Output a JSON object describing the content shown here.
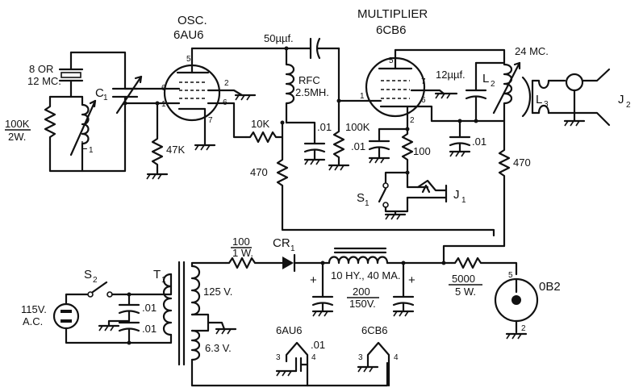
{
  "labels": {
    "osc_title": "OSC.",
    "osc_tube": "6AU6",
    "mult_title": "MULTIPLIER",
    "mult_tube": "6CB6",
    "crystal_a": "8 OR",
    "crystal_b": "12 MC.",
    "c1": "C",
    "c1_sub": "1",
    "r100k_2w_a": "100K",
    "r100k_2w_b": "2W.",
    "l1": "L",
    "l1_sub": "1",
    "r47k": "47K",
    "cap50": "50µµf.",
    "rfc_a": "RFC",
    "rfc_b": "2.5MH.",
    "r10k": "10K",
    "cap01_a": ".01",
    "r470_left": "470",
    "r100k_grid": "100K",
    "cap01_b": ".01",
    "r100_cath": "100",
    "cap12": "12µµf.",
    "l2": "L",
    "l2_sub": "2",
    "mc24": "24 MC.",
    "l3": "L",
    "l3_sub": "3",
    "j2": "J",
    "j2_sub": "2",
    "cap01_c": ".01",
    "r470_right": "470",
    "s1": "S",
    "s1_sub": "1",
    "j1": "J",
    "j1_sub": "1",
    "r100_1w_a": "100",
    "r100_1w_b": "1 W.",
    "cr1": "CR",
    "cr1_sub": "1",
    "choke": "10 HY., 40 MA.",
    "filter_a": "200",
    "filter_b": "150V.",
    "r5000_a": "5000",
    "r5000_b": "5 W.",
    "ob2": "0B2",
    "t1": "T",
    "t1_sub": "1",
    "v125": "125 V.",
    "v63": "6.3 V.",
    "s2": "S",
    "s2_sub": "2",
    "ac_a": "115V.",
    "ac_b": "A.C.",
    "cap01_d": ".01",
    "cap01_e": ".01",
    "heater_6au6": "6AU6",
    "heater_6cb6": "6CB6",
    "cap01_f": ".01",
    "plus": "+",
    "pins": {
      "p5": "5",
      "p2": "2",
      "p6": "6",
      "p1": "1",
      "p7": "7",
      "p3": "3",
      "p4": "4"
    }
  }
}
